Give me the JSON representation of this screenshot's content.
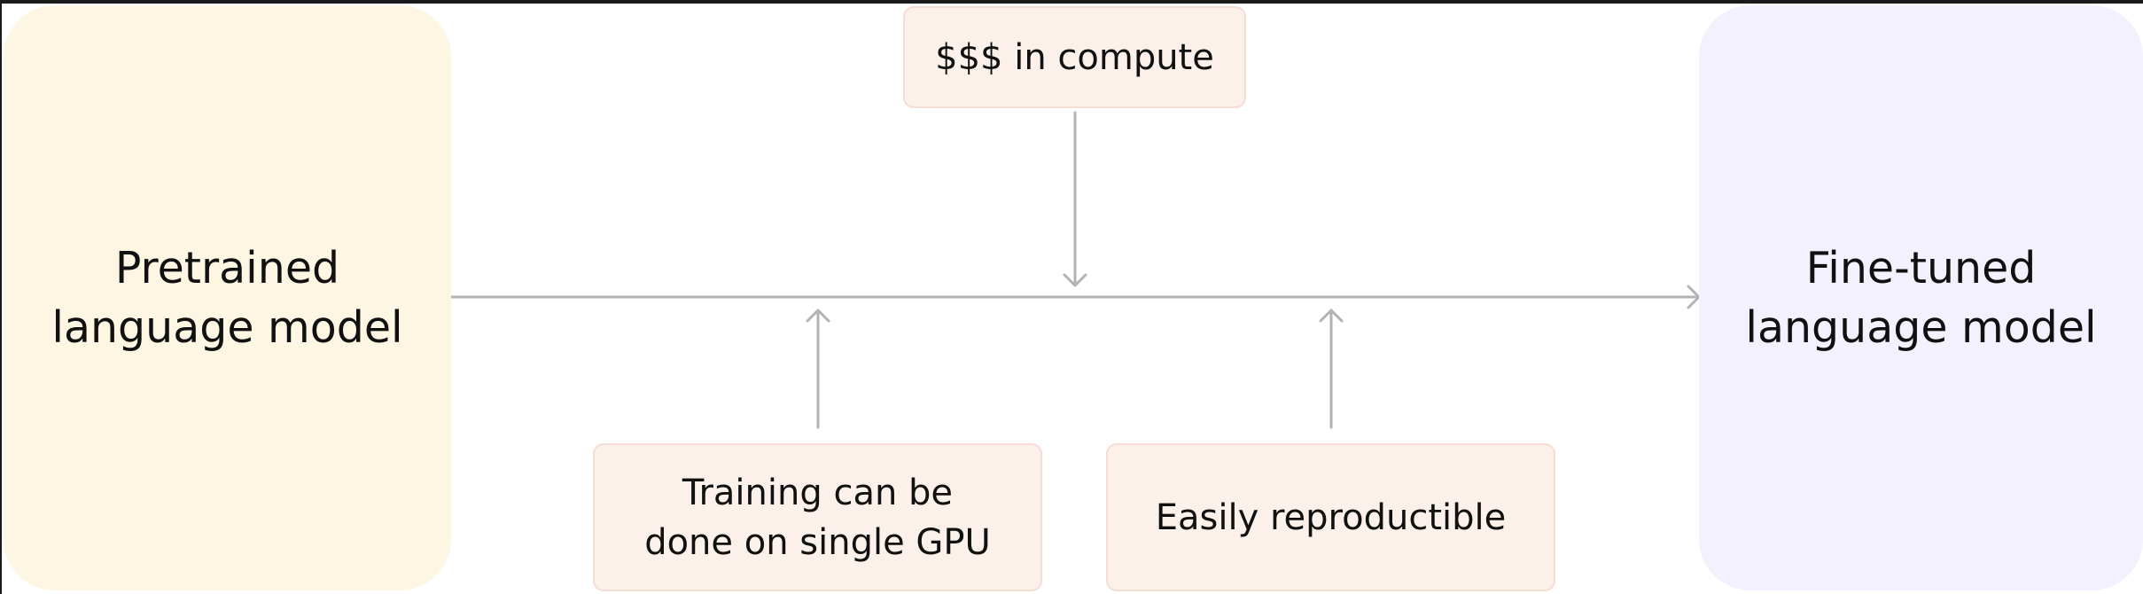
{
  "diagram": {
    "source_node": {
      "label": "Pretrained\nlanguage model"
    },
    "target_node": {
      "label": "Fine-tuned\nlanguage model"
    },
    "cost_note": {
      "label": "$$$ in compute"
    },
    "benefit_notes": [
      {
        "label": "Training can be\ndone on single GPU"
      },
      {
        "label": "Easily reproductible"
      }
    ]
  },
  "colors": {
    "source_node_fill": "#fdf6e2",
    "target_node_fill": "#f3f1fd",
    "note_fill": "#fcf0eb",
    "note_border": "#f6ddd3",
    "arrow": "#b3b3b3"
  }
}
